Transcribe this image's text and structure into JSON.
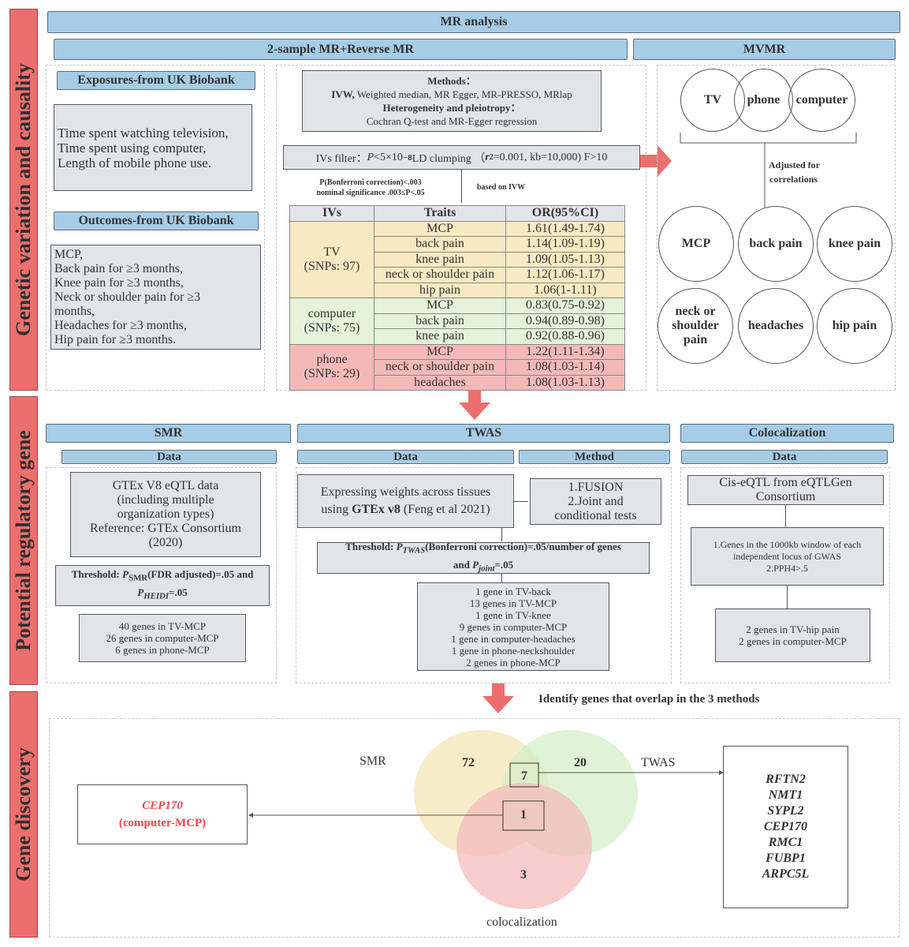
{
  "side_labels": {
    "section1": "Genetic variation and causality",
    "section2": "Potential regulatory gene",
    "section3": "Gene discovery"
  },
  "mr": {
    "title": "MR analysis",
    "two_sample_title": "2-sample MR+Reverse MR",
    "mvmr_title": "MVMR",
    "exposures_title": "Exposures-from UK Biobank",
    "exposures": [
      "Time spent watching television,",
      "Time spent using computer,",
      "Length of mobile phone use."
    ],
    "outcomes_title": "Outcomes-from UK Biobank",
    "outcomes": [
      "MCP,",
      "Back pain for ≥3 months,",
      "Knee pain for ≥3 months,",
      "Neck or shoulder pain for ≥3",
      "months,",
      "Headaches for ≥3 months,",
      "Hip pain for ≥3 months."
    ],
    "methods": {
      "title": "Methods：",
      "ivw": "IVW,",
      "list": " Weighted median, MR Egger, MR-PRESSO, MRlap",
      "het_title": "Heterogeneity and pleiotropy：",
      "het_list": "Cochran Q-test and MR-Egger regression"
    },
    "iv_filter": {
      "prefix": "IVs filter：",
      "p": "P",
      "p_rest": "<5×10",
      "exp": "−8",
      "ld": " LD clumping （",
      "r": "r",
      "r_exp": "2",
      "rest": "=0.001, kb=10,000) F>10"
    },
    "significance": {
      "bonferroni": "P(Bonferroni correction)<.003",
      "nominal": "nominal significance  .003≤P<.05",
      "based_on": "based on IVW"
    },
    "table": {
      "headers": [
        "IVs",
        "Traits",
        "OR(95%CI)"
      ],
      "groups": [
        {
          "iv": "TV",
          "snps": "(SNPs: 97)",
          "rows": [
            {
              "trait": "MCP",
              "or": "1.61(1.49-1.74)"
            },
            {
              "trait": "back pain",
              "or": "1.14(1.09-1.19)"
            },
            {
              "trait": "knee pain",
              "or": "1.09(1.05-1.13)"
            },
            {
              "trait": "neck or shoulder pain",
              "or": "1.12(1.06-1.17)"
            },
            {
              "trait": "hip pain",
              "or": "1.06(1-1.11)"
            }
          ]
        },
        {
          "iv": "computer",
          "snps": "(SNPs: 75)",
          "rows": [
            {
              "trait": "MCP",
              "or": "0.83(0.75-0.92)"
            },
            {
              "trait": "back pain",
              "or": "0.94(0.89-0.98)"
            },
            {
              "trait": "knee pain",
              "or": "0.92(0.88-0.96)"
            }
          ]
        },
        {
          "iv": "phone",
          "snps": "(SNPs: 29)",
          "rows": [
            {
              "trait": "MCP",
              "or": "1.22(1.11-1.34)"
            },
            {
              "trait": "neck or shoulder pain",
              "or": "1.08(1.03-1.14)"
            },
            {
              "trait": "headaches",
              "or": "1.08(1.03-1.13)"
            }
          ]
        }
      ]
    },
    "mvmr": {
      "exposures": [
        "TV",
        "phone",
        "computer"
      ],
      "adjusted": [
        "Adjusted for",
        "correlations"
      ],
      "outcomes": [
        "MCP",
        "back pain",
        "knee pain",
        "neck or shoulder pain",
        "headaches",
        "hip pain"
      ]
    }
  },
  "smr": {
    "title": "SMR",
    "data_label": "Data",
    "data_box": [
      "GTEx V8 eQTL data",
      "(including multiple",
      "organization types)",
      "Reference: GTEx Consortium",
      "(2020)"
    ],
    "threshold": {
      "prefix": "Threshold: ",
      "p": "P",
      "sub1": "SMR",
      "mid": "(FDR adjusted)=.05 and",
      "sub2": "HEIDI",
      "end": "=.05"
    },
    "results": [
      "40 genes in TV-MCP",
      "26 genes in computer-MCP",
      "6 genes in phone-MCP"
    ]
  },
  "twas": {
    "title": "TWAS",
    "data_label": "Data",
    "method_label": "Method",
    "data_box": {
      "line1": "Expressing weights across tissues",
      "using": "using ",
      "gtex": "GTEx v8",
      "ref": " (Feng et al 2021)"
    },
    "method_box": [
      "1.FUSION",
      "2.Joint and",
      "conditional tests"
    ],
    "threshold": {
      "prefix": "Threshold: ",
      "p": "P",
      "sub1": "TWAS",
      "mid": "(Bonferroni correction)=.05/number of genes",
      "and": "and ",
      "sub2": "joint",
      "end": "=.05"
    },
    "results": [
      "1 gene in TV-back",
      "13 genes in TV-MCP",
      "1 gene in TV-knee",
      "9 genes in computer-MCP",
      "1 gene in computer-headaches",
      "1 gene in phone-neckshoulder",
      "2 genes in phone-MCP"
    ]
  },
  "coloc": {
    "title": "Colocalization",
    "data_label": "Data",
    "data_box": [
      "Cis-eQTL from eQTLGen",
      "Consortium"
    ],
    "criteria": [
      "1.Genes in the 1000kb window of each",
      "independent locus of GWAS",
      "2.PPH4>.5"
    ],
    "results": [
      "2 genes in TV-hip pain",
      "2 genes in computer-MCP"
    ]
  },
  "discovery": {
    "overlap_title": "Identify genes that overlap in the 3 methods",
    "venn": {
      "labels": {
        "smr": "SMR",
        "twas": "TWAS",
        "coloc": "colocalization"
      },
      "counts": {
        "smr_only": "72",
        "twas_only": "20",
        "coloc_only": "3",
        "smr_twas": "7",
        "all_three": "1"
      },
      "colors": {
        "smr": "#f3e6b5",
        "twas": "#d4efc8",
        "coloc": "#f4bcbc"
      }
    },
    "cep170_box": {
      "gene": "CEP170",
      "pair": "(computer-MCP)",
      "color": "#e8474a"
    },
    "overlap_genes": [
      "RFTN2",
      "NMT1",
      "SYPL2",
      "CEP170",
      "RMC1",
      "FUBP1",
      "ARPC5L"
    ]
  },
  "colors": {
    "header_blue": "#a6cce6",
    "side_red": "#ec6f6d",
    "arrow_red": "#ec6f6d",
    "box_grey": "#e1e4e9"
  }
}
